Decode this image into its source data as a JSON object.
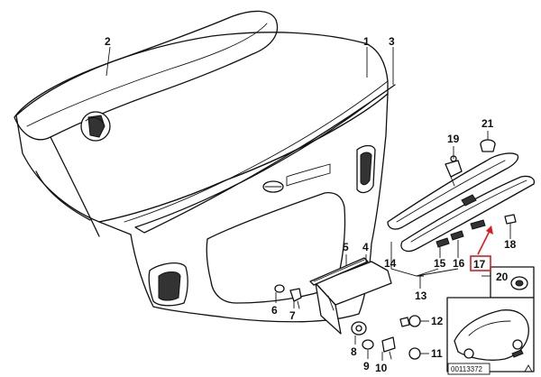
{
  "labels": {
    "n1": "1",
    "n2": "2",
    "n3": "3",
    "n4": "4",
    "n5": "5",
    "n6": "6",
    "n7": "7",
    "n8": "8",
    "n9": "9",
    "n10": "10",
    "n11": "11",
    "n12": "12",
    "n13": "13",
    "n14": "14",
    "n15": "15",
    "n16": "16",
    "n17": "17",
    "n18": "18",
    "n19": "19",
    "n20": "20",
    "n21": "21"
  },
  "highlight": {
    "label": "17",
    "color": "#e0191d"
  },
  "diagram_id": "00113372"
}
